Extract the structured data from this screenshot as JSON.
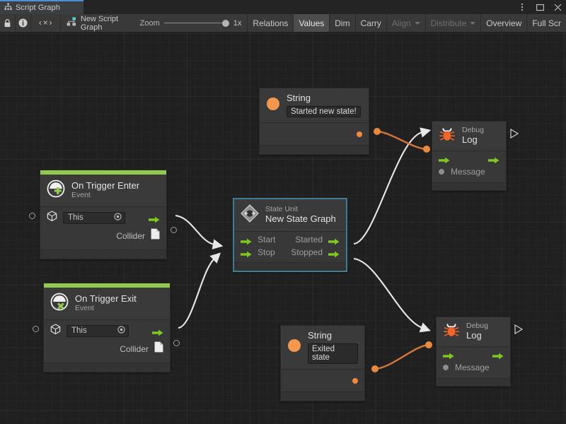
{
  "window": {
    "tab_label": "Script Graph",
    "tab_icon": "graph-icon",
    "controls": [
      "kebab-menu",
      "maximize",
      "close"
    ]
  },
  "toolbar": {
    "lock_icon": "lock-icon",
    "info_icon": "info-icon",
    "code_label": "‹×›",
    "graph_name": "New Script Graph",
    "zoom_label": "Zoom",
    "zoom_value": "1x",
    "buttons": [
      {
        "label": "Relations",
        "state": "normal",
        "caret": false
      },
      {
        "label": "Values",
        "state": "active",
        "caret": false
      },
      {
        "label": "Dim",
        "state": "normal",
        "caret": false
      },
      {
        "label": "Carry",
        "state": "normal",
        "caret": false
      },
      {
        "label": "Align",
        "state": "dim",
        "caret": true
      },
      {
        "label": "Distribute",
        "state": "dim",
        "caret": true
      },
      {
        "label": "Overview",
        "state": "normal",
        "caret": false
      },
      {
        "label": "Full Scr",
        "state": "normal",
        "caret": false
      }
    ]
  },
  "colors": {
    "event_accent": "#93c94f",
    "flow_green": "#7fc81e",
    "value_orange": "#f08a3c",
    "selection": "#3f7d94",
    "canvas_bg": "#202020",
    "node_bg": "#333333",
    "edge_flow": "#e8e8e8",
    "edge_value": "#d2763a"
  },
  "nodes": {
    "string_top": {
      "title": "String",
      "value": "Started new state!",
      "icon": "string-orange-dot",
      "output_port": "value-output"
    },
    "string_bottom": {
      "title": "String",
      "value": "Exited state",
      "icon": "string-orange-dot",
      "output_port": "value-output"
    },
    "debug_log_top": {
      "subtitle": "Debug",
      "title": "Log",
      "icon": "bug-icon",
      "message_label": "Message"
    },
    "debug_log_bottom": {
      "subtitle": "Debug",
      "title": "Log",
      "icon": "bug-icon",
      "message_label": "Message"
    },
    "on_trigger_enter": {
      "title": "On Trigger Enter",
      "subtitle": "Event",
      "icon": "event-plus-icon",
      "target_field_value": "This",
      "target_icon": "gameobject-icon",
      "collider_label": "Collider"
    },
    "on_trigger_exit": {
      "title": "On Trigger Exit",
      "subtitle": "Event",
      "icon": "event-cross-icon",
      "target_field_value": "This",
      "target_icon": "gameobject-icon",
      "collider_label": "Collider"
    },
    "state_unit": {
      "subtitle": "State Unit",
      "title": "New  State  Graph",
      "icon": "state-unit-icon",
      "selected": true,
      "inputs": [
        "Start",
        "Stop"
      ],
      "outputs": [
        "Started",
        "Stopped"
      ]
    }
  }
}
